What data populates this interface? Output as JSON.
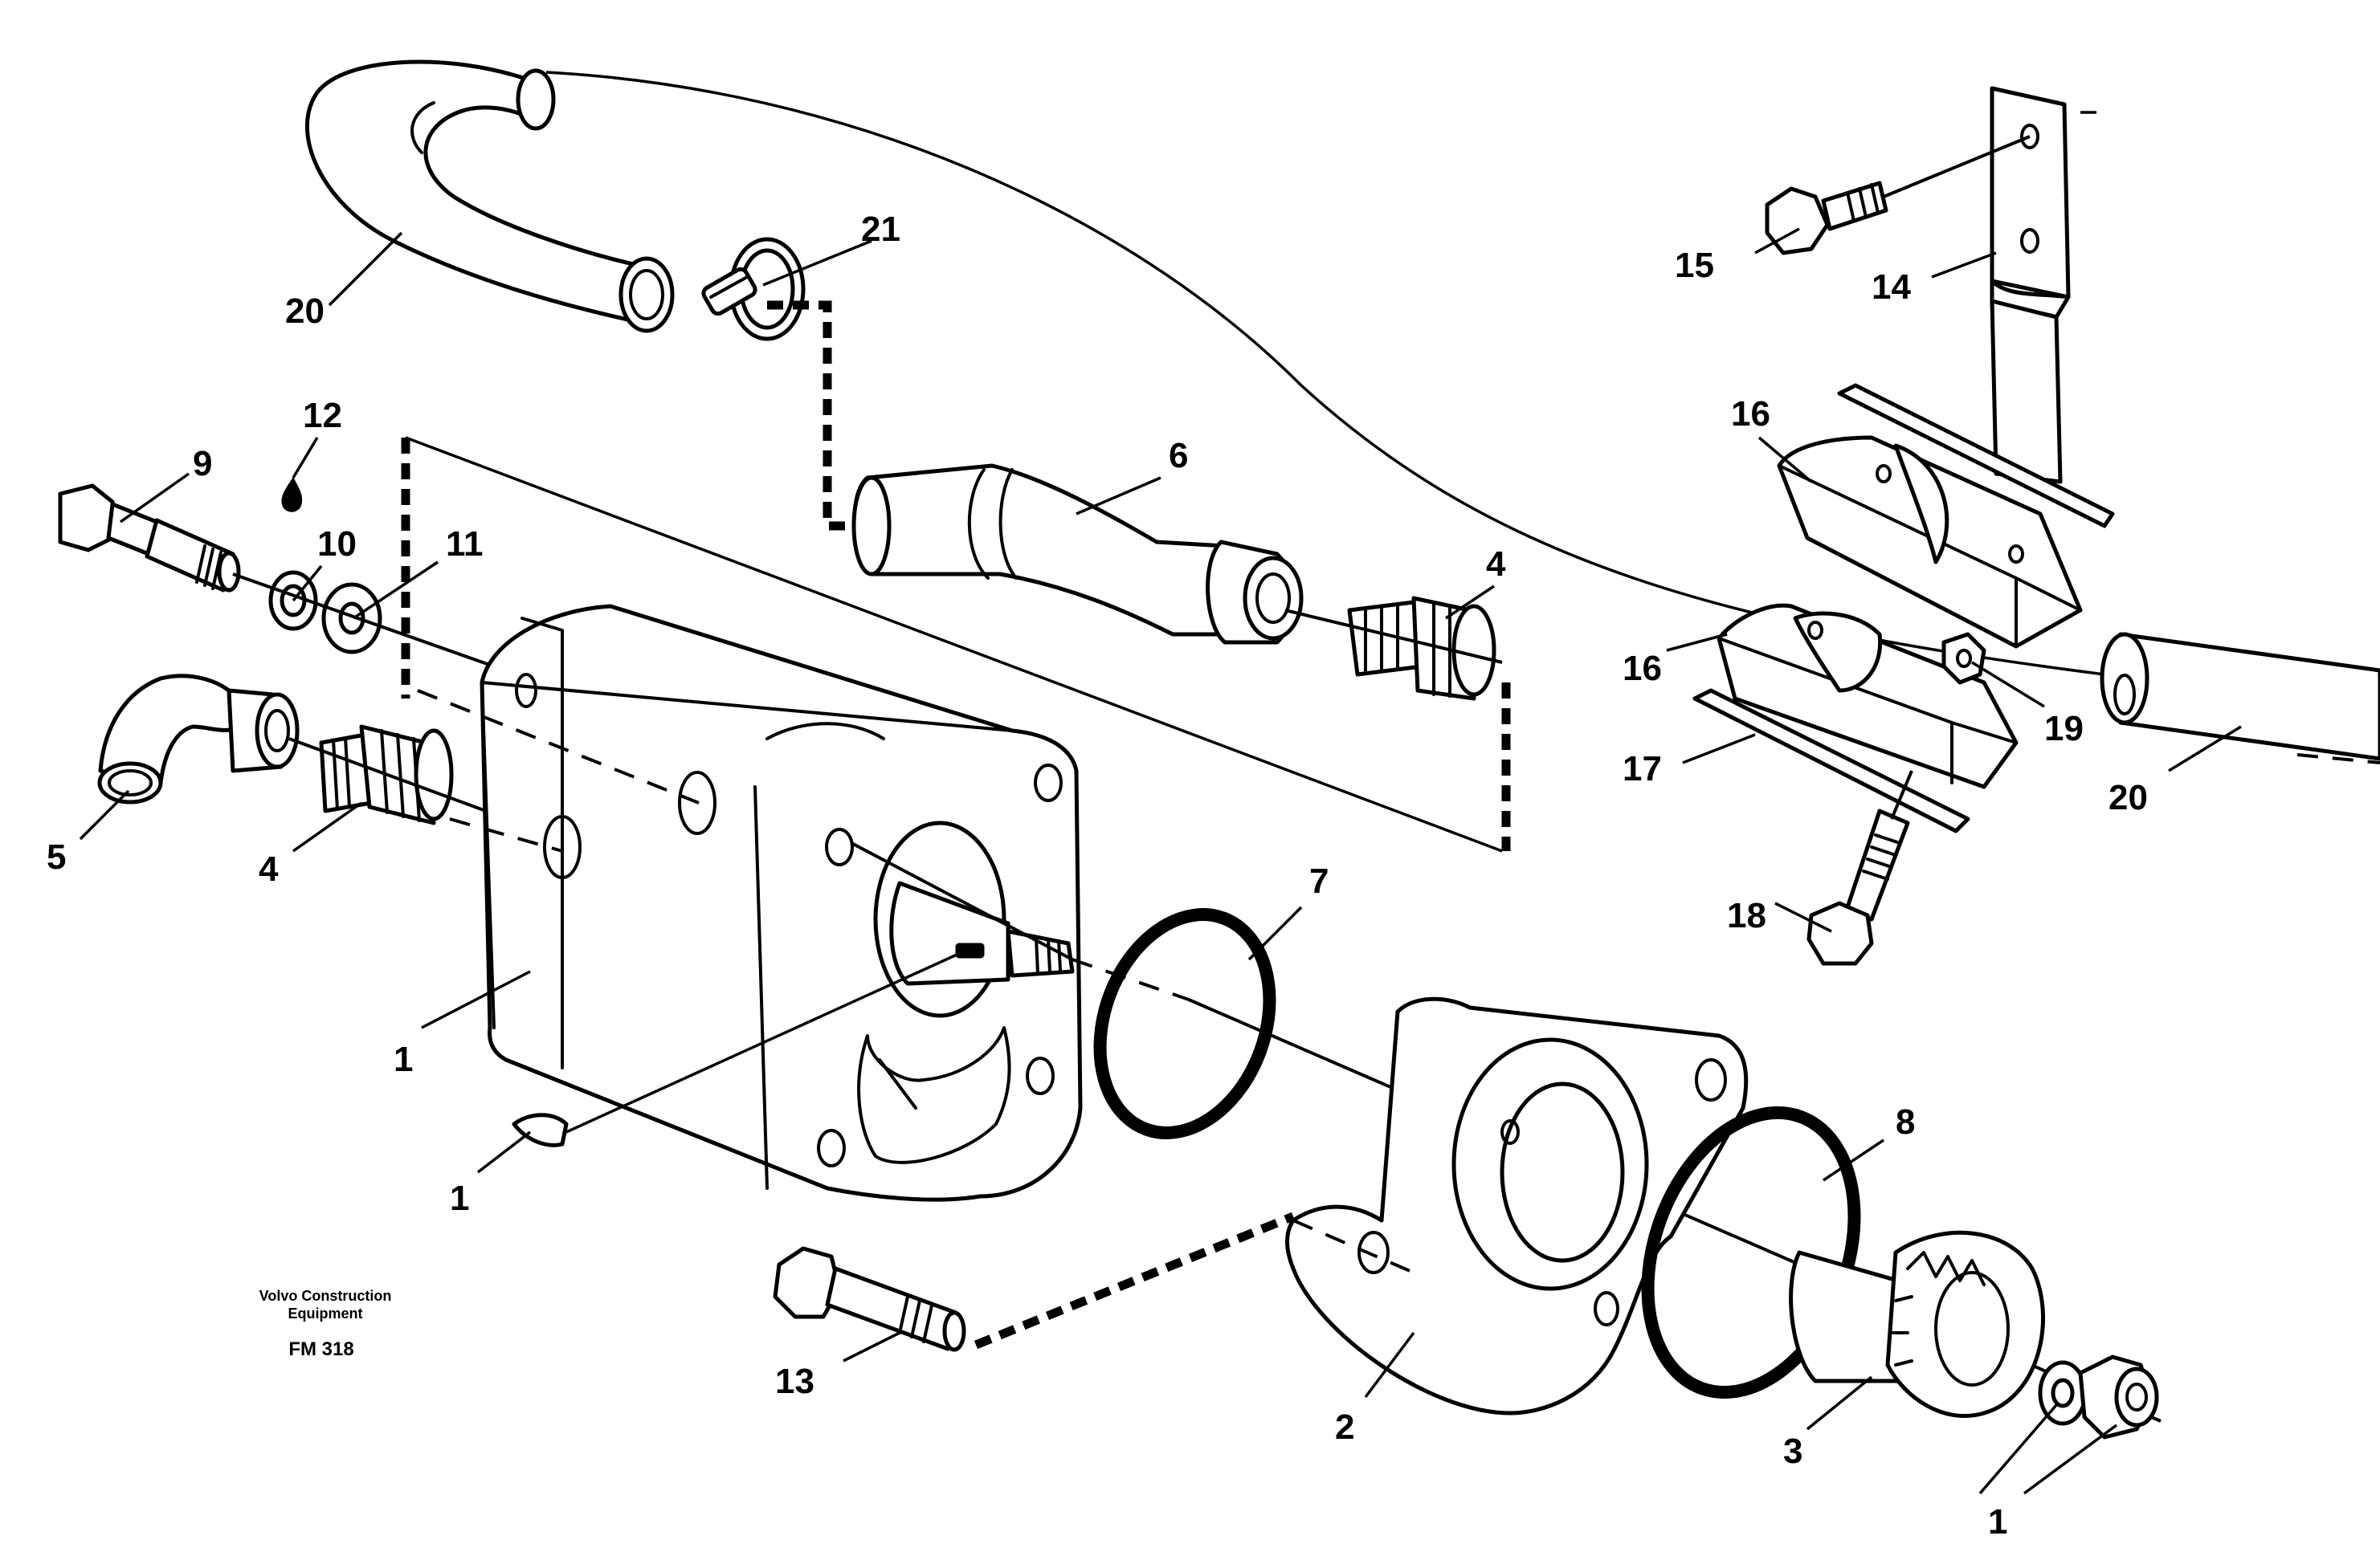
{
  "caption": {
    "line1": "Volvo Construction",
    "line2": "Equipment",
    "code": "FM 318"
  },
  "callouts": {
    "c1_housing": "1",
    "c1_key": "1",
    "c1_nut": "1",
    "c2": "2",
    "c3": "3",
    "c4_lower": "4",
    "c4_upper": "4",
    "c5": "5",
    "c6": "6",
    "c7": "7",
    "c8": "8",
    "c9": "9",
    "c10": "10",
    "c11": "11",
    "c12": "12",
    "c13": "13",
    "c14": "14",
    "c15": "15",
    "c16_top": "16",
    "c16_bottom": "16",
    "c17": "17",
    "c18": "18",
    "c19": "19",
    "c20_left": "20",
    "c20_right": "20",
    "c21": "21"
  }
}
